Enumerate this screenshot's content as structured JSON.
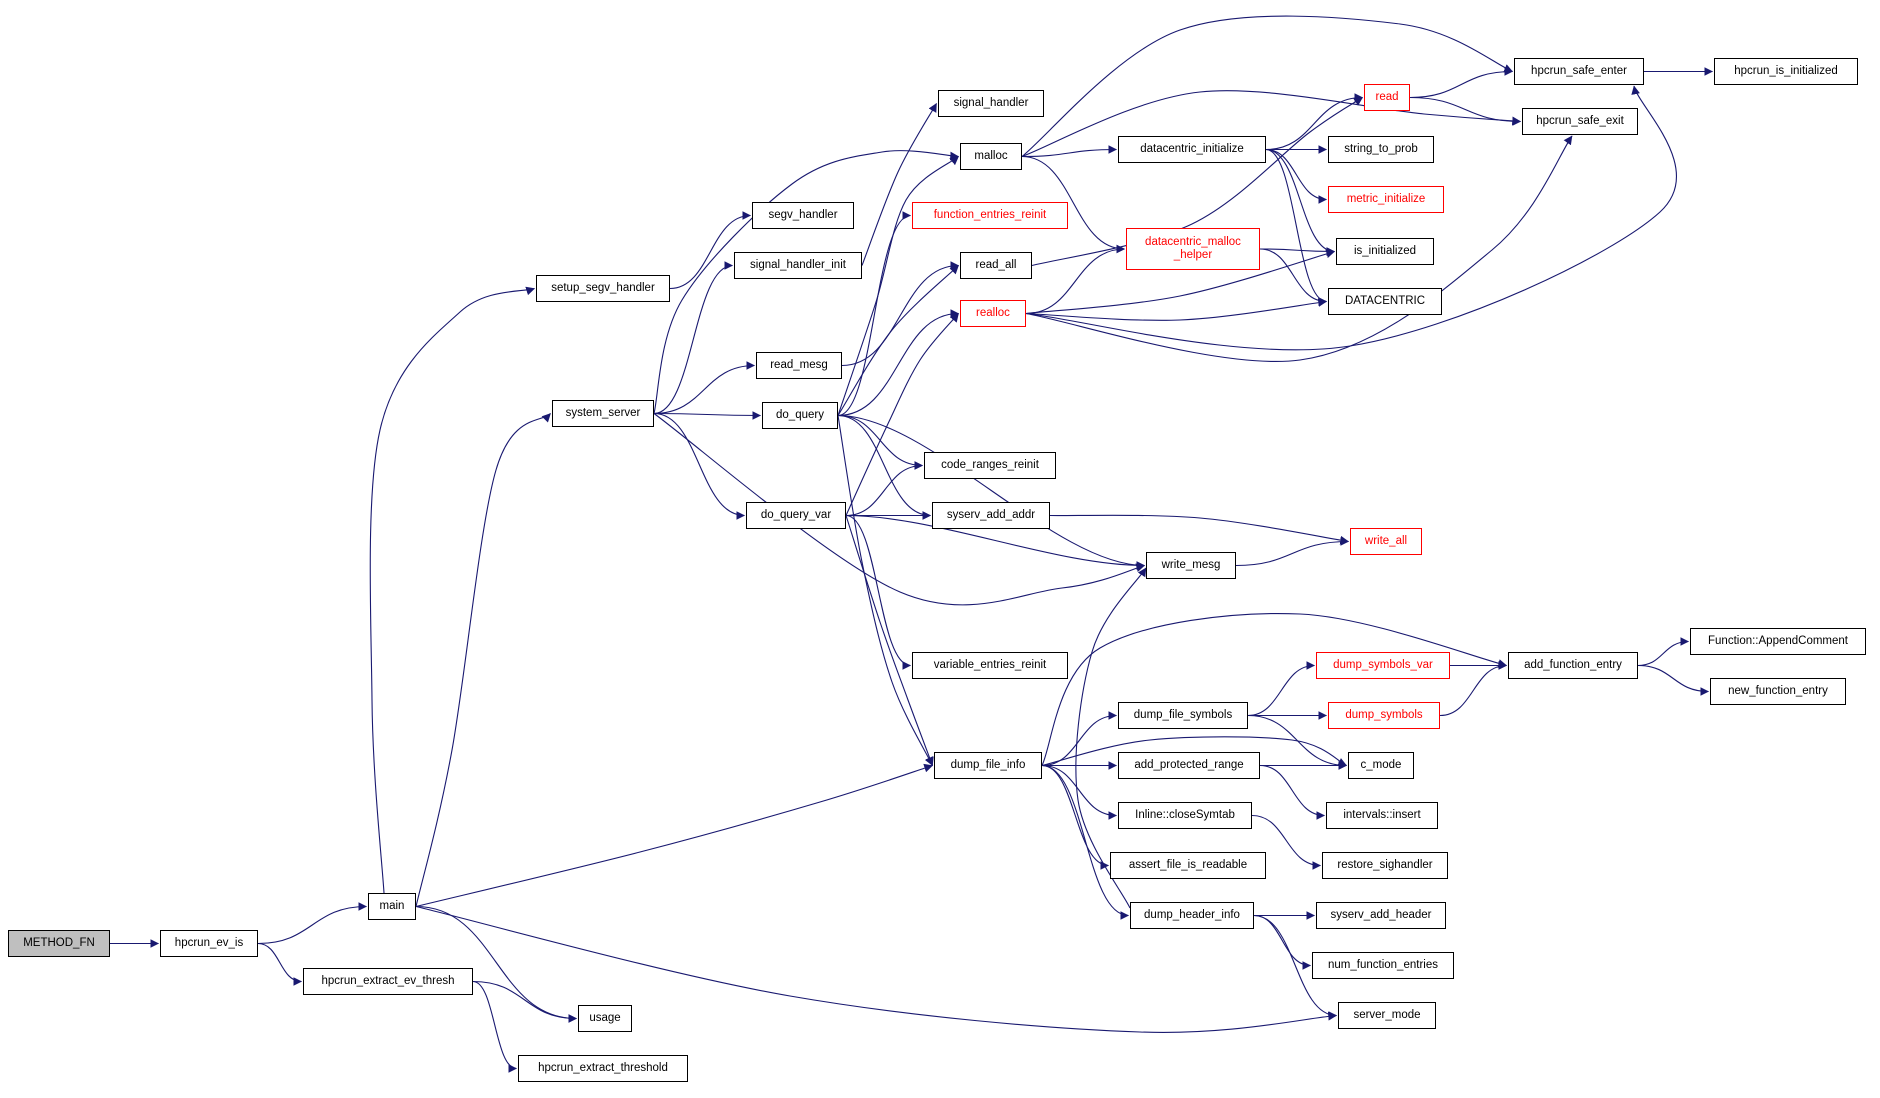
{
  "diagram": {
    "type": "call-graph",
    "description": "Doxygen-style call graph rooted at METHOD_FN",
    "colors": {
      "edge": "#191970",
      "node_border": "#000000",
      "node_fill": "#ffffff",
      "highlight": "#ff0000",
      "root_fill": "#bfbfbf",
      "background": "#ffffff",
      "text": "#000000"
    },
    "nodes": [
      {
        "id": "METHOD_FN",
        "label": "METHOD_FN",
        "kind": "root"
      },
      {
        "id": "hpcrun_ev_is",
        "label": "hpcrun_ev_is",
        "kind": "normal"
      },
      {
        "id": "main",
        "label": "main",
        "kind": "normal"
      },
      {
        "id": "hpcrun_extract_ev_thresh",
        "label": "hpcrun_extract_ev_thresh",
        "kind": "normal"
      },
      {
        "id": "usage",
        "label": "usage",
        "kind": "normal"
      },
      {
        "id": "hpcrun_extract_threshold",
        "label": "hpcrun_extract_threshold",
        "kind": "normal"
      },
      {
        "id": "setup_segv_handler",
        "label": "setup_segv_handler",
        "kind": "normal"
      },
      {
        "id": "segv_handler",
        "label": "segv_handler",
        "kind": "normal"
      },
      {
        "id": "signal_handler_init",
        "label": "signal_handler_init",
        "kind": "normal"
      },
      {
        "id": "signal_handler",
        "label": "signal_handler",
        "kind": "normal"
      },
      {
        "id": "system_server",
        "label": "system_server",
        "kind": "normal"
      },
      {
        "id": "read_mesg",
        "label": "read_mesg",
        "kind": "normal"
      },
      {
        "id": "do_query",
        "label": "do_query",
        "kind": "normal"
      },
      {
        "id": "do_query_var",
        "label": "do_query_var",
        "kind": "normal"
      },
      {
        "id": "malloc",
        "label": "malloc",
        "kind": "normal"
      },
      {
        "id": "function_entries_reinit",
        "label": "function_entries_reinit",
        "kind": "red"
      },
      {
        "id": "read_all",
        "label": "read_all",
        "kind": "normal"
      },
      {
        "id": "realloc",
        "label": "realloc",
        "kind": "red"
      },
      {
        "id": "code_ranges_reinit",
        "label": "code_ranges_reinit",
        "kind": "normal"
      },
      {
        "id": "syserv_add_addr",
        "label": "syserv_add_addr",
        "kind": "normal"
      },
      {
        "id": "write_mesg",
        "label": "write_mesg",
        "kind": "normal"
      },
      {
        "id": "variable_entries_reinit",
        "label": "variable_entries_reinit",
        "kind": "normal"
      },
      {
        "id": "dump_file_info",
        "label": "dump_file_info",
        "kind": "normal"
      },
      {
        "id": "datacentric_initialize",
        "label": "datacentric_initialize",
        "kind": "normal"
      },
      {
        "id": "datacentric_malloc_helper",
        "label": "datacentric_malloc\n_helper",
        "kind": "red"
      },
      {
        "id": "read",
        "label": "read",
        "kind": "red"
      },
      {
        "id": "string_to_prob",
        "label": "string_to_prob",
        "kind": "normal"
      },
      {
        "id": "metric_initialize",
        "label": "metric_initialize",
        "kind": "red"
      },
      {
        "id": "is_initialized",
        "label": "is_initialized",
        "kind": "normal"
      },
      {
        "id": "DATACENTRIC",
        "label": "DATACENTRIC",
        "kind": "normal"
      },
      {
        "id": "write_all",
        "label": "write_all",
        "kind": "red"
      },
      {
        "id": "hpcrun_safe_enter",
        "label": "hpcrun_safe_enter",
        "kind": "normal"
      },
      {
        "id": "hpcrun_safe_exit",
        "label": "hpcrun_safe_exit",
        "kind": "normal"
      },
      {
        "id": "hpcrun_is_initialized",
        "label": "hpcrun_is_initialized",
        "kind": "normal"
      },
      {
        "id": "dump_file_symbols",
        "label": "dump_file_symbols",
        "kind": "normal"
      },
      {
        "id": "dump_symbols_var",
        "label": "dump_symbols_var",
        "kind": "red"
      },
      {
        "id": "dump_symbols",
        "label": "dump_symbols",
        "kind": "red"
      },
      {
        "id": "add_protected_range",
        "label": "add_protected_range",
        "kind": "normal"
      },
      {
        "id": "c_mode",
        "label": "c_mode",
        "kind": "normal"
      },
      {
        "id": "Inline::closeSymtab",
        "label": "Inline::closeSymtab",
        "kind": "normal"
      },
      {
        "id": "intervals::insert",
        "label": "intervals::insert",
        "kind": "normal"
      },
      {
        "id": "assert_file_is_readable",
        "label": "assert_file_is_readable",
        "kind": "normal"
      },
      {
        "id": "restore_sighandler",
        "label": "restore_sighandler",
        "kind": "normal"
      },
      {
        "id": "dump_header_info",
        "label": "dump_header_info",
        "kind": "normal"
      },
      {
        "id": "syserv_add_header",
        "label": "syserv_add_header",
        "kind": "normal"
      },
      {
        "id": "num_function_entries",
        "label": "num_function_entries",
        "kind": "normal"
      },
      {
        "id": "server_mode",
        "label": "server_mode",
        "kind": "normal"
      },
      {
        "id": "add_function_entry",
        "label": "add_function_entry",
        "kind": "normal"
      },
      {
        "id": "Function::AppendComment",
        "label": "Function::AppendComment",
        "kind": "normal"
      },
      {
        "id": "new_function_entry",
        "label": "new_function_entry",
        "kind": "normal"
      }
    ],
    "edges": [
      {
        "from": "METHOD_FN",
        "to": "hpcrun_ev_is"
      },
      {
        "from": "hpcrun_ev_is",
        "to": "main"
      },
      {
        "from": "hpcrun_ev_is",
        "to": "hpcrun_extract_ev_thresh"
      },
      {
        "from": "hpcrun_extract_ev_thresh",
        "to": "usage"
      },
      {
        "from": "hpcrun_extract_ev_thresh",
        "to": "hpcrun_extract_threshold"
      },
      {
        "from": "main",
        "to": "setup_segv_handler"
      },
      {
        "from": "main",
        "to": "system_server"
      },
      {
        "from": "main",
        "to": "dump_file_info"
      },
      {
        "from": "main",
        "to": "usage"
      },
      {
        "from": "main",
        "to": "server_mode"
      },
      {
        "from": "setup_segv_handler",
        "to": "segv_handler"
      },
      {
        "from": "system_server",
        "to": "signal_handler_init"
      },
      {
        "from": "system_server",
        "to": "read_mesg"
      },
      {
        "from": "system_server",
        "to": "do_query"
      },
      {
        "from": "system_server",
        "to": "do_query_var"
      },
      {
        "from": "system_server",
        "to": "malloc"
      },
      {
        "from": "system_server",
        "to": "write_mesg"
      },
      {
        "from": "signal_handler_init",
        "to": "signal_handler"
      },
      {
        "from": "read_mesg",
        "to": "read_all"
      },
      {
        "from": "do_query",
        "to": "malloc"
      },
      {
        "from": "do_query",
        "to": "function_entries_reinit"
      },
      {
        "from": "do_query",
        "to": "read_all"
      },
      {
        "from": "do_query",
        "to": "realloc"
      },
      {
        "from": "do_query",
        "to": "code_ranges_reinit"
      },
      {
        "from": "do_query",
        "to": "syserv_add_addr"
      },
      {
        "from": "do_query",
        "to": "write_mesg"
      },
      {
        "from": "do_query",
        "to": "dump_file_info"
      },
      {
        "from": "do_query_var",
        "to": "realloc"
      },
      {
        "from": "do_query_var",
        "to": "code_ranges_reinit"
      },
      {
        "from": "do_query_var",
        "to": "syserv_add_addr"
      },
      {
        "from": "do_query_var",
        "to": "write_mesg"
      },
      {
        "from": "do_query_var",
        "to": "variable_entries_reinit"
      },
      {
        "from": "do_query_var",
        "to": "dump_file_info"
      },
      {
        "from": "malloc",
        "to": "datacentric_initialize"
      },
      {
        "from": "malloc",
        "to": "datacentric_malloc_helper"
      },
      {
        "from": "malloc",
        "to": "hpcrun_safe_enter"
      },
      {
        "from": "malloc",
        "to": "hpcrun_safe_exit"
      },
      {
        "from": "realloc",
        "to": "datacentric_malloc_helper"
      },
      {
        "from": "realloc",
        "to": "is_initialized"
      },
      {
        "from": "realloc",
        "to": "DATACENTRIC"
      },
      {
        "from": "realloc",
        "to": "hpcrun_safe_enter"
      },
      {
        "from": "realloc",
        "to": "hpcrun_safe_exit"
      },
      {
        "from": "datacentric_initialize",
        "to": "read"
      },
      {
        "from": "datacentric_initialize",
        "to": "string_to_prob"
      },
      {
        "from": "datacentric_initialize",
        "to": "metric_initialize"
      },
      {
        "from": "datacentric_initialize",
        "to": "is_initialized"
      },
      {
        "from": "datacentric_initialize",
        "to": "DATACENTRIC"
      },
      {
        "from": "datacentric_malloc_helper",
        "to": "is_initialized"
      },
      {
        "from": "datacentric_malloc_helper",
        "to": "DATACENTRIC"
      },
      {
        "from": "read_all",
        "to": "read"
      },
      {
        "from": "read",
        "to": "hpcrun_safe_enter"
      },
      {
        "from": "read",
        "to": "hpcrun_safe_exit"
      },
      {
        "from": "hpcrun_safe_enter",
        "to": "hpcrun_is_initialized"
      },
      {
        "from": "write_mesg",
        "to": "write_all"
      },
      {
        "from": "syserv_add_addr",
        "to": "write_all"
      },
      {
        "from": "dump_file_info",
        "to": "dump_file_symbols"
      },
      {
        "from": "dump_file_info",
        "to": "add_protected_range"
      },
      {
        "from": "dump_file_info",
        "to": "Inline::closeSymtab"
      },
      {
        "from": "dump_file_info",
        "to": "assert_file_is_readable"
      },
      {
        "from": "dump_file_info",
        "to": "dump_header_info"
      },
      {
        "from": "dump_file_info",
        "to": "add_function_entry"
      },
      {
        "from": "dump_file_info",
        "to": "c_mode"
      },
      {
        "from": "dump_file_symbols",
        "to": "dump_symbols_var"
      },
      {
        "from": "dump_file_symbols",
        "to": "dump_symbols"
      },
      {
        "from": "dump_file_symbols",
        "to": "c_mode"
      },
      {
        "from": "dump_symbols_var",
        "to": "add_function_entry"
      },
      {
        "from": "dump_symbols",
        "to": "add_function_entry"
      },
      {
        "from": "add_function_entry",
        "to": "Function::AppendComment"
      },
      {
        "from": "add_function_entry",
        "to": "new_function_entry"
      },
      {
        "from": "add_protected_range",
        "to": "intervals::insert"
      },
      {
        "from": "add_protected_range",
        "to": "c_mode"
      },
      {
        "from": "dump_header_info",
        "to": "syserv_add_header"
      },
      {
        "from": "dump_header_info",
        "to": "num_function_entries"
      },
      {
        "from": "dump_header_info",
        "to": "server_mode"
      },
      {
        "from": "dump_header_info",
        "to": "write_mesg"
      },
      {
        "from": "Inline::closeSymtab",
        "to": "restore_sighandler"
      }
    ]
  }
}
